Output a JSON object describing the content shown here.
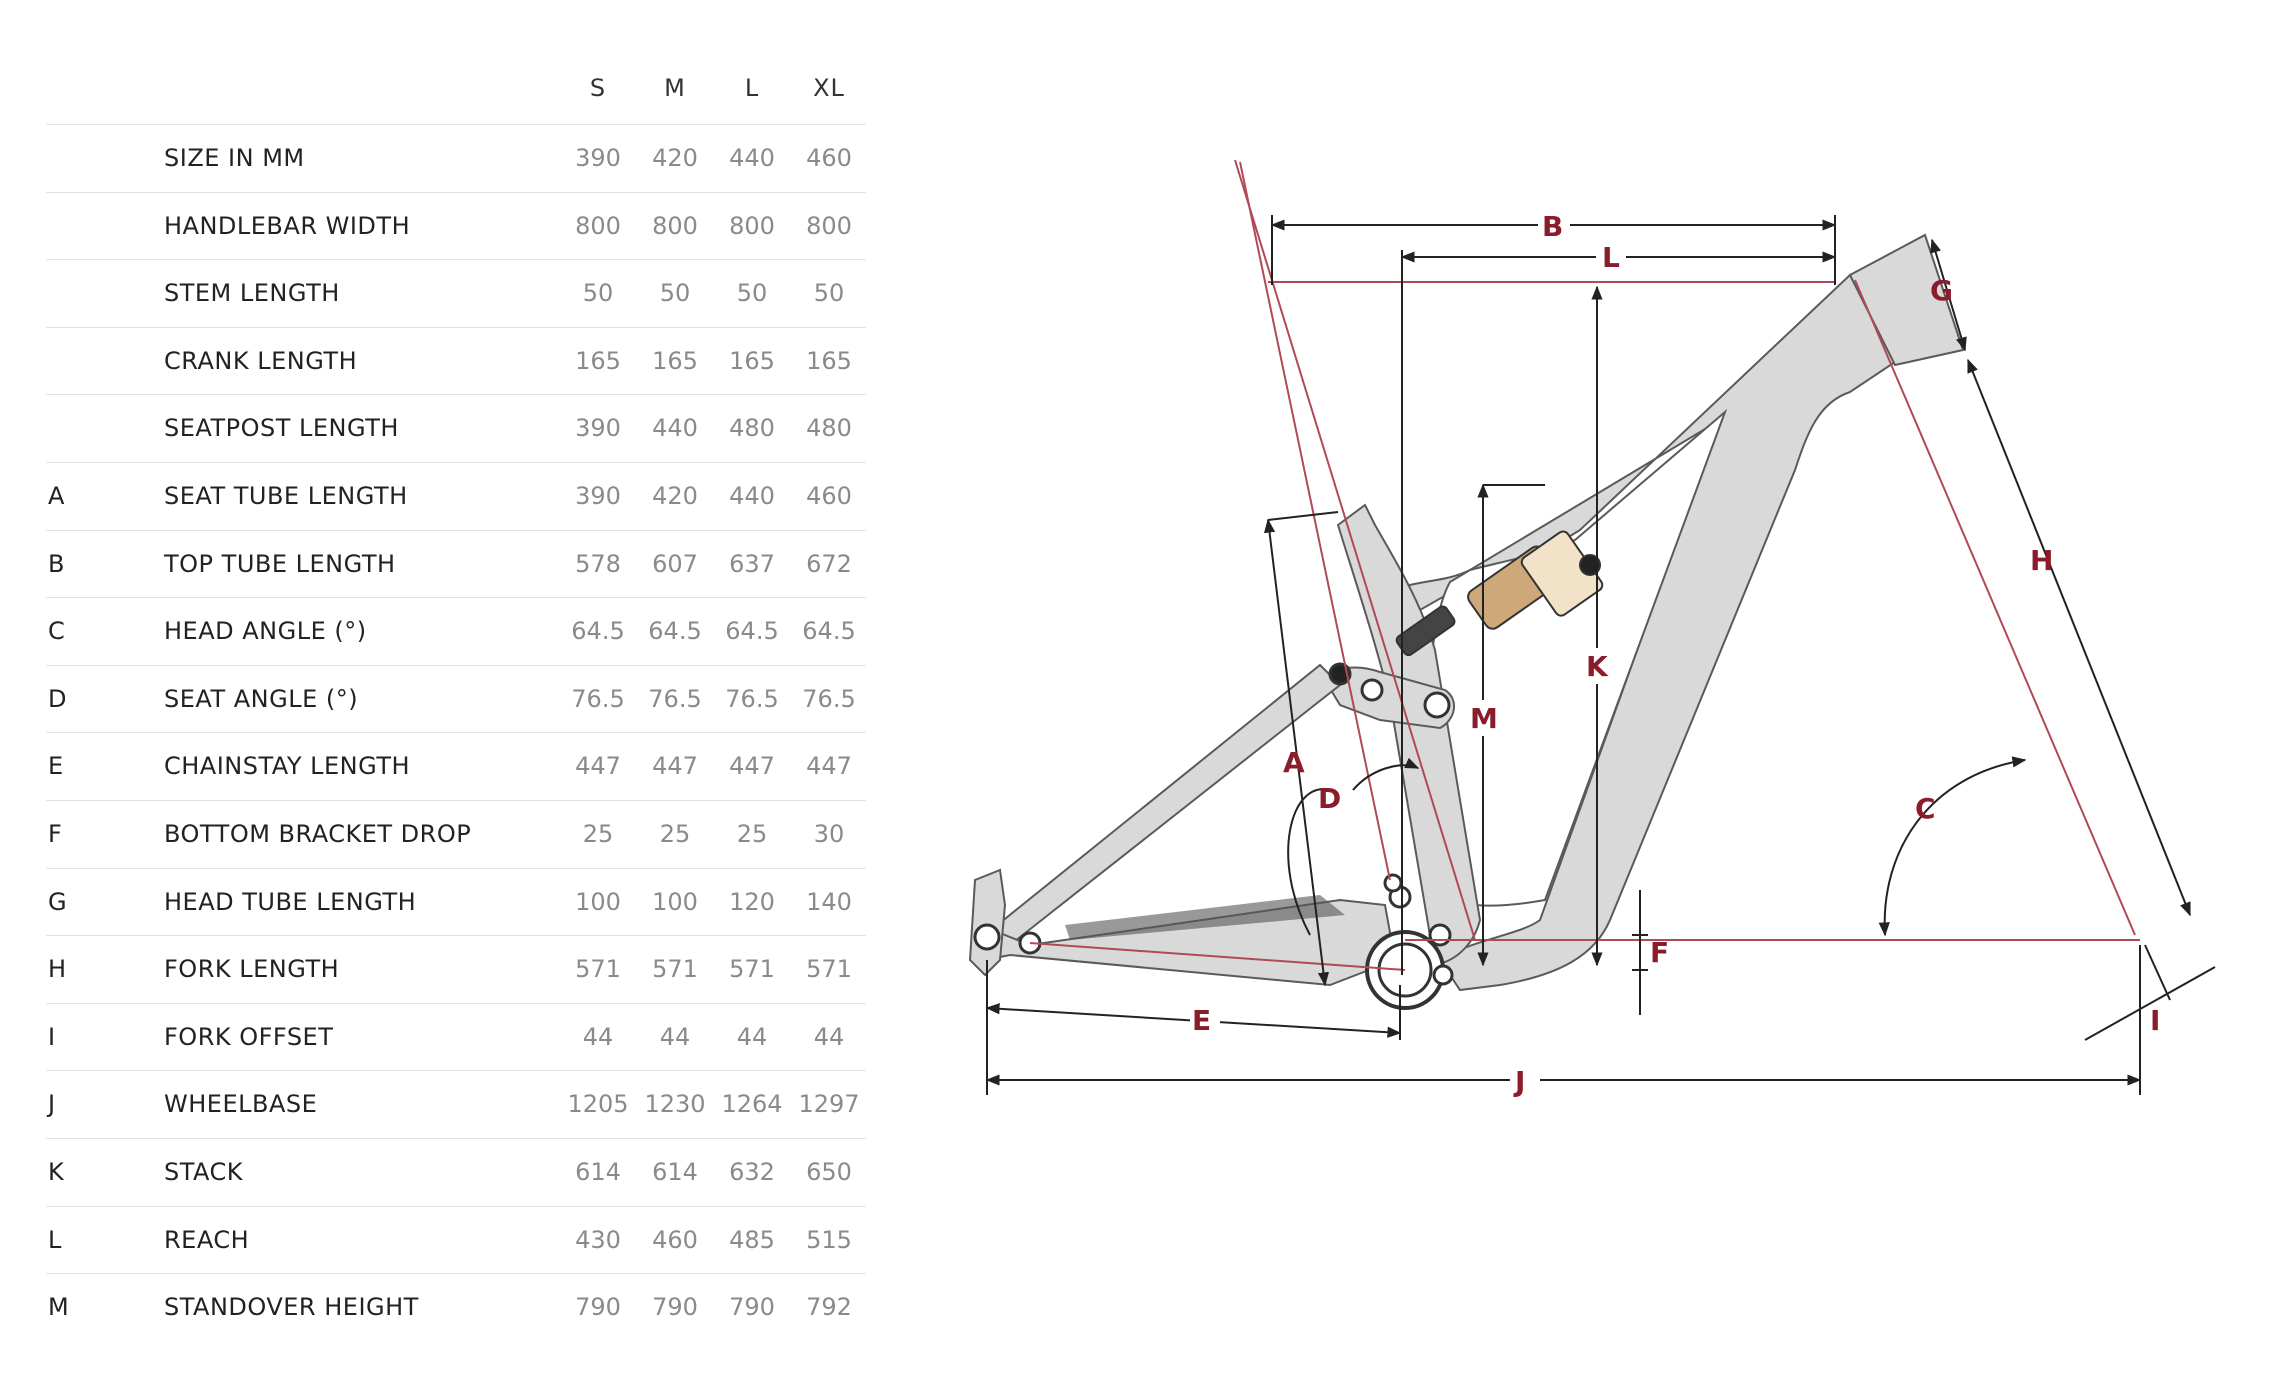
{
  "table": {
    "sizes": [
      "S",
      "M",
      "L",
      "XL"
    ],
    "rows": [
      {
        "letter": "",
        "label": "SIZE IN MM",
        "values": [
          "390",
          "420",
          "440",
          "460"
        ]
      },
      {
        "letter": "",
        "label": "HANDLEBAR WIDTH",
        "values": [
          "800",
          "800",
          "800",
          "800"
        ]
      },
      {
        "letter": "",
        "label": "STEM LENGTH",
        "values": [
          "50",
          "50",
          "50",
          "50"
        ]
      },
      {
        "letter": "",
        "label": "CRANK LENGTH",
        "values": [
          "165",
          "165",
          "165",
          "165"
        ]
      },
      {
        "letter": "",
        "label": "SEATPOST LENGTH",
        "values": [
          "390",
          "440",
          "480",
          "480"
        ]
      },
      {
        "letter": "A",
        "label": "SEAT TUBE LENGTH",
        "values": [
          "390",
          "420",
          "440",
          "460"
        ]
      },
      {
        "letter": "B",
        "label": "TOP TUBE LENGTH",
        "values": [
          "578",
          "607",
          "637",
          "672"
        ]
      },
      {
        "letter": "C",
        "label": "HEAD ANGLE (°)",
        "values": [
          "64.5",
          "64.5",
          "64.5",
          "64.5"
        ]
      },
      {
        "letter": "D",
        "label": "SEAT ANGLE (°)",
        "values": [
          "76.5",
          "76.5",
          "76.5",
          "76.5"
        ]
      },
      {
        "letter": "E",
        "label": "CHAINSTAY LENGTH",
        "values": [
          "447",
          "447",
          "447",
          "447"
        ]
      },
      {
        "letter": "F",
        "label": "BOTTOM BRACKET DROP",
        "values": [
          "25",
          "25",
          "25",
          "30"
        ]
      },
      {
        "letter": "G",
        "label": "HEAD TUBE LENGTH",
        "values": [
          "100",
          "100",
          "120",
          "140"
        ]
      },
      {
        "letter": "H",
        "label": "FORK LENGTH",
        "values": [
          "571",
          "571",
          "571",
          "571"
        ]
      },
      {
        "letter": "I",
        "label": "FORK OFFSET",
        "values": [
          "44",
          "44",
          "44",
          "44"
        ]
      },
      {
        "letter": "J",
        "label": "WHEELBASE",
        "values": [
          "1205",
          "1230",
          "1264",
          "1297"
        ]
      },
      {
        "letter": "K",
        "label": "STACK",
        "values": [
          "614",
          "614",
          "632",
          "650"
        ]
      },
      {
        "letter": "L",
        "label": "REACH",
        "values": [
          "430",
          "460",
          "485",
          "515"
        ]
      },
      {
        "letter": "M",
        "label": "STANDOVER HEIGHT",
        "values": [
          "790",
          "790",
          "790",
          "792"
        ]
      }
    ]
  },
  "diagram": {
    "letters": {
      "A": "A",
      "B": "B",
      "C": "C",
      "D": "D",
      "E": "E",
      "F": "F",
      "G": "G",
      "H": "H",
      "I": "I",
      "J": "J",
      "K": "K",
      "L": "L",
      "M": "M"
    },
    "colors": {
      "frame_fill": "#d9d9d9",
      "frame_stroke": "#5a5a5a",
      "dimension_line": "#222222",
      "reference_line": "#b04a56",
      "accent": "#8a1c2b"
    }
  }
}
